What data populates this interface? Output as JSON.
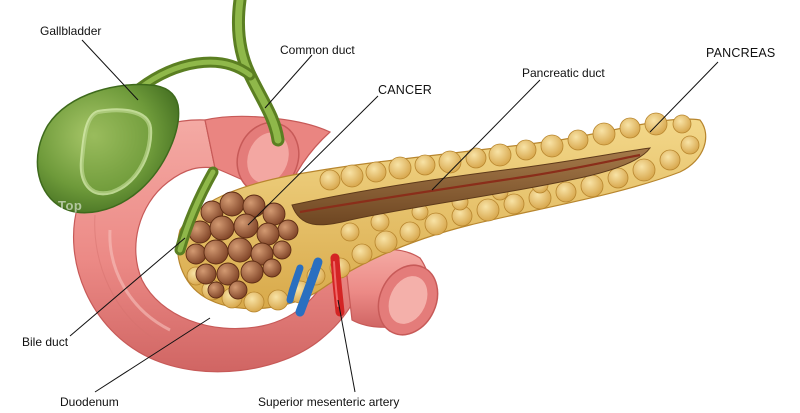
{
  "labels": {
    "gallbladder": "Gallbladder",
    "common_duct": "Common duct",
    "cancer": "CANCER",
    "pancreatic_duct": "Pancreatic duct",
    "pancreas": "PANCREAS",
    "bile_duct": "Bile duct",
    "duodenum": "Duodenum",
    "superior_mesenteric_artery": "Superior mesenteric artery"
  },
  "watermark": "Top",
  "colors": {
    "gallbladder": "#6e9a3a",
    "duct": "#7aa23c",
    "duodenum": "#ec8a86",
    "duodenum_dark": "#c9504f",
    "pancreas": "#e9c56a",
    "pancreatic_duct": "#8a5a2e",
    "tumor": "#9c5a38",
    "artery": "#d42424",
    "vein": "#2a6fc0",
    "leader_line": "#111111"
  }
}
